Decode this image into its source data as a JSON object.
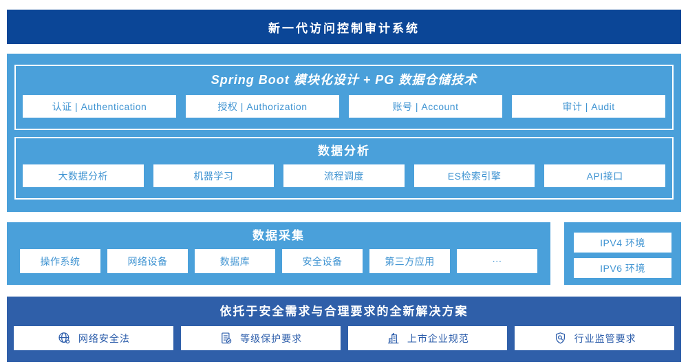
{
  "banner": {
    "title": "新一代访问控制审计系统"
  },
  "colors": {
    "banner_bg": "#0b4697",
    "section_bg": "#4aa0da",
    "solution_bg": "#2f5fa9",
    "box_text": "#4094d2",
    "solution_text": "#2b5caa"
  },
  "architecture": {
    "spring": {
      "title": "Spring Boot 模块化设计 + PG 数据仓储技术",
      "modules": [
        "认证 | Authentication",
        "授权 | Authorization",
        "账号 | Account",
        "审计 | Audit"
      ]
    },
    "analysis": {
      "title": "数据分析",
      "modules": [
        "大数据分析",
        "机器学习",
        "流程调度",
        "ES检索引擎",
        "API接口"
      ]
    }
  },
  "collection": {
    "title": "数据采集",
    "sources": [
      "操作系统",
      "网络设备",
      "数据库",
      "安全设备",
      "第三方应用",
      "⋯"
    ]
  },
  "environments": {
    "items": [
      "IPV4 环境",
      "IPV6 环境"
    ]
  },
  "solution": {
    "title": "依托于安全需求与合理要求的全新解决方案",
    "items": [
      {
        "icon": "globe-network-icon",
        "label": "网络安全法"
      },
      {
        "icon": "document-check-icon",
        "label": "等级保护要求"
      },
      {
        "icon": "building-icon",
        "label": "上市企业规范"
      },
      {
        "icon": "shield-search-icon",
        "label": "行业监管要求"
      }
    ]
  }
}
